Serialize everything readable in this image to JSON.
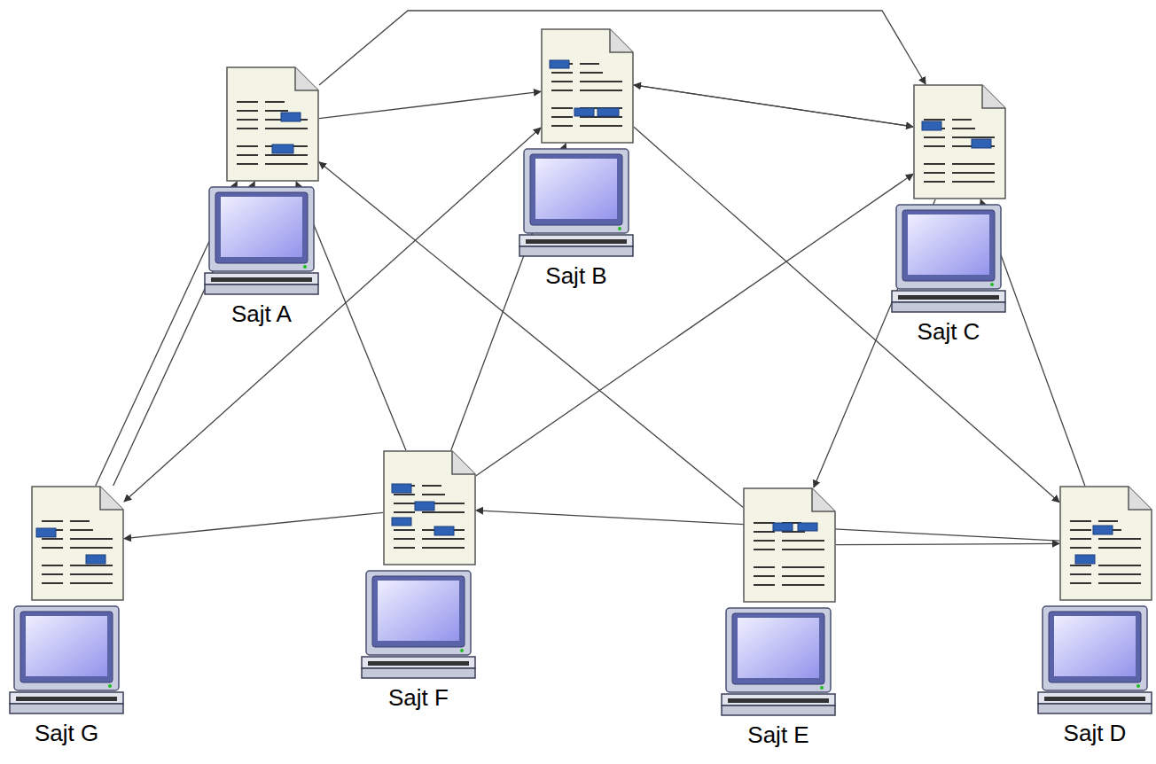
{
  "diagram": {
    "nodes": [
      {
        "text": [
          "Sajt A"
        ]
      },
      {
        "text": [
          "Sajt B"
        ]
      },
      {
        "text": [
          "Sajt C"
        ]
      },
      {
        "text": [
          "Sajt D"
        ]
      },
      {
        "text": [
          "Sajt E"
        ]
      },
      {
        "text": [
          "Sajt F"
        ]
      },
      {
        "text": [
          "Sajt G"
        ]
      }
    ],
    "edges": [
      {
        "from": 0,
        "to": 2,
        "arrow": "to"
      },
      {
        "from": 0,
        "to": 1,
        "arrow": "to"
      },
      {
        "from": 6,
        "to": 0,
        "arrow": "to"
      },
      {
        "from": 6,
        "to": 0,
        "arrow": "to"
      },
      {
        "from": 1,
        "to": 6,
        "arrow": "both"
      },
      {
        "from": 1,
        "to": 2,
        "arrow": "to"
      },
      {
        "from": 2,
        "to": 1,
        "arrow": "to"
      },
      {
        "from": 1,
        "to": 3,
        "arrow": "to"
      },
      {
        "from": 2,
        "to": 4,
        "arrow": "to"
      },
      {
        "from": 3,
        "to": 2,
        "arrow": "to"
      },
      {
        "from": 4,
        "to": 0,
        "arrow": "to"
      },
      {
        "from": 4,
        "to": 3,
        "arrow": "to"
      },
      {
        "from": 3,
        "to": 5,
        "arrow": "to"
      },
      {
        "from": 5,
        "to": 0,
        "arrow": "to"
      },
      {
        "from": 5,
        "to": 1,
        "arrow": "to"
      },
      {
        "from": 5,
        "to": 2,
        "arrow": "to"
      },
      {
        "from": 5,
        "to": 6,
        "arrow": "to"
      }
    ]
  }
}
